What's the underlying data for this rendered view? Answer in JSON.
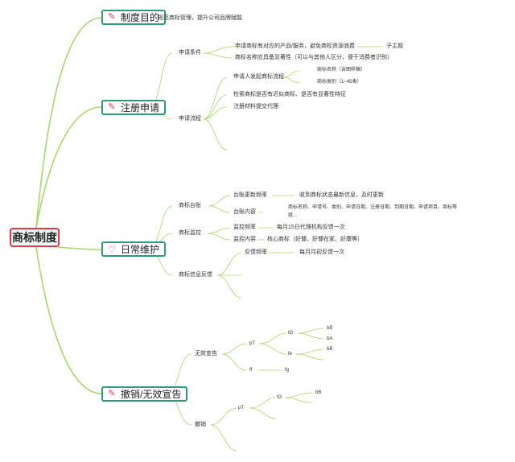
{
  "root": {
    "label": "商标制度"
  },
  "icons": {
    "pencil": "pencil-icon",
    "heart": "heart-icon"
  },
  "colors": {
    "root_border": "#e0384a",
    "branch_border": "#2f9a7a",
    "branch_line": "#a8d86a",
    "icon": "#d93848"
  },
  "branches": {
    "purpose": {
      "label": "制度目的",
      "text": "规范商标管理，提升公司品牌赋能"
    },
    "register": {
      "label": "注册申请",
      "conditions": {
        "label": "申请条件",
        "line1": "申请商标有对应的产品/服务，避免商标资源浪费",
        "subtopic": "子主题",
        "line2": "商标名称应具备显著性（可以与其他人区分，便于消费者识别）"
      },
      "process": {
        "label": "申请流程",
        "step1": {
          "label": "申请人发起商标流程",
          "name": "商标名称（含图样稿）",
          "category": "商标类别（1~45类）"
        },
        "step2": "检索商标是否有近似商标、是否有显著性特征",
        "step3": "注册材料提交代理"
      }
    },
    "maintain": {
      "label": "日常维护",
      "ledger": {
        "label": "商标台账",
        "freq_label": "台账更新频率",
        "freq_value": "收到商标状态最新信息，及时更新",
        "content_label": "台账内容",
        "content_value_1": "商标名称、申请号、类别、申请日期、注册日期、到期日期、申请项目、商标等",
        "content_value_2": "级..."
      },
      "monitor": {
        "label": "商标监控",
        "freq_label": "监控频率",
        "freq_value": "每月15日代理机构反馈一次",
        "content_label": "监控内容",
        "content_value": "核心商标（好慷、好慷在家、好康等）"
      },
      "feedback": {
        "label": "商标信息反馈",
        "freq_label": "反馈频率",
        "freq_value": "每月月初反馈一次"
      }
    },
    "revoke": {
      "label": "撤销/无效宣告",
      "invalid": {
        "label": "无效宣告",
        "pT": "pT",
        "tG": "tG",
        "bB1": "bB",
        "bA": "bA",
        "fe": "fe",
        "bB2": "bB",
        "ff": "ff",
        "fg": "fg"
      },
      "cancel": {
        "label": "撤销",
        "pT": "pT",
        "tG": "tG",
        "bB": "bB"
      }
    }
  }
}
